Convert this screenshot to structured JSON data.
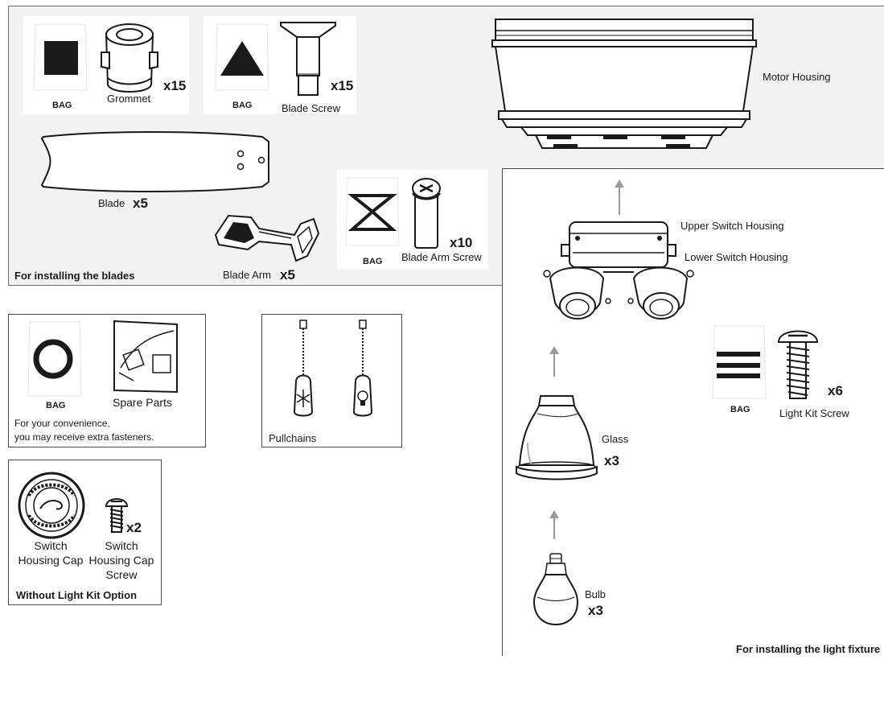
{
  "blades_section": {
    "note": "For installing the blades",
    "grommet": {
      "bag": "BAG",
      "label": "Grommet",
      "qty": "x15",
      "bag_symbol": "filled-square"
    },
    "blade_screw": {
      "bag": "BAG",
      "label": "Blade Screw",
      "qty": "x15",
      "bag_symbol": "filled-triangle"
    },
    "blade": {
      "label": "Blade",
      "qty": "x5"
    },
    "blade_arm": {
      "label": "Blade Arm",
      "qty": "x5"
    },
    "blade_arm_screw": {
      "bag": "BAG",
      "label": "Blade Arm Screw",
      "qty": "x10",
      "bag_symbol": "hourglass"
    }
  },
  "spare_parts": {
    "bag": "BAG",
    "label": "Spare Parts",
    "note_line1": "For your convenience,",
    "note_line2": "you may receive extra fasteners.",
    "bag_symbol": "ring"
  },
  "pullchains": {
    "label": "Pullchains"
  },
  "without_light_kit": {
    "note": "Without Light Kit Option",
    "cap_label_line1": "Switch",
    "cap_label_line2": "Housing Cap",
    "screw_label_line1": "Switch",
    "screw_label_line2": "Housing Cap",
    "screw_label_line3": "Screw",
    "screw_qty": "x2"
  },
  "light_section": {
    "note": "For installing the light fixture",
    "motor_housing": "Motor Housing",
    "upper_switch_housing": "Upper Switch Housing",
    "lower_switch_housing": "Lower Switch Housing",
    "glass": {
      "label": "Glass",
      "qty": "x3"
    },
    "bulb": {
      "label": "Bulb",
      "qty": "x3"
    },
    "light_kit_screw": {
      "bag": "BAG",
      "label": "Light Kit Screw",
      "qty": "x6",
      "bag_symbol": "three-bars"
    }
  },
  "colors": {
    "panel_bg": "#f2f2f2",
    "line": "#1a1a1a",
    "border": "#4a4a4a",
    "arrow": "#9a9a9a"
  }
}
